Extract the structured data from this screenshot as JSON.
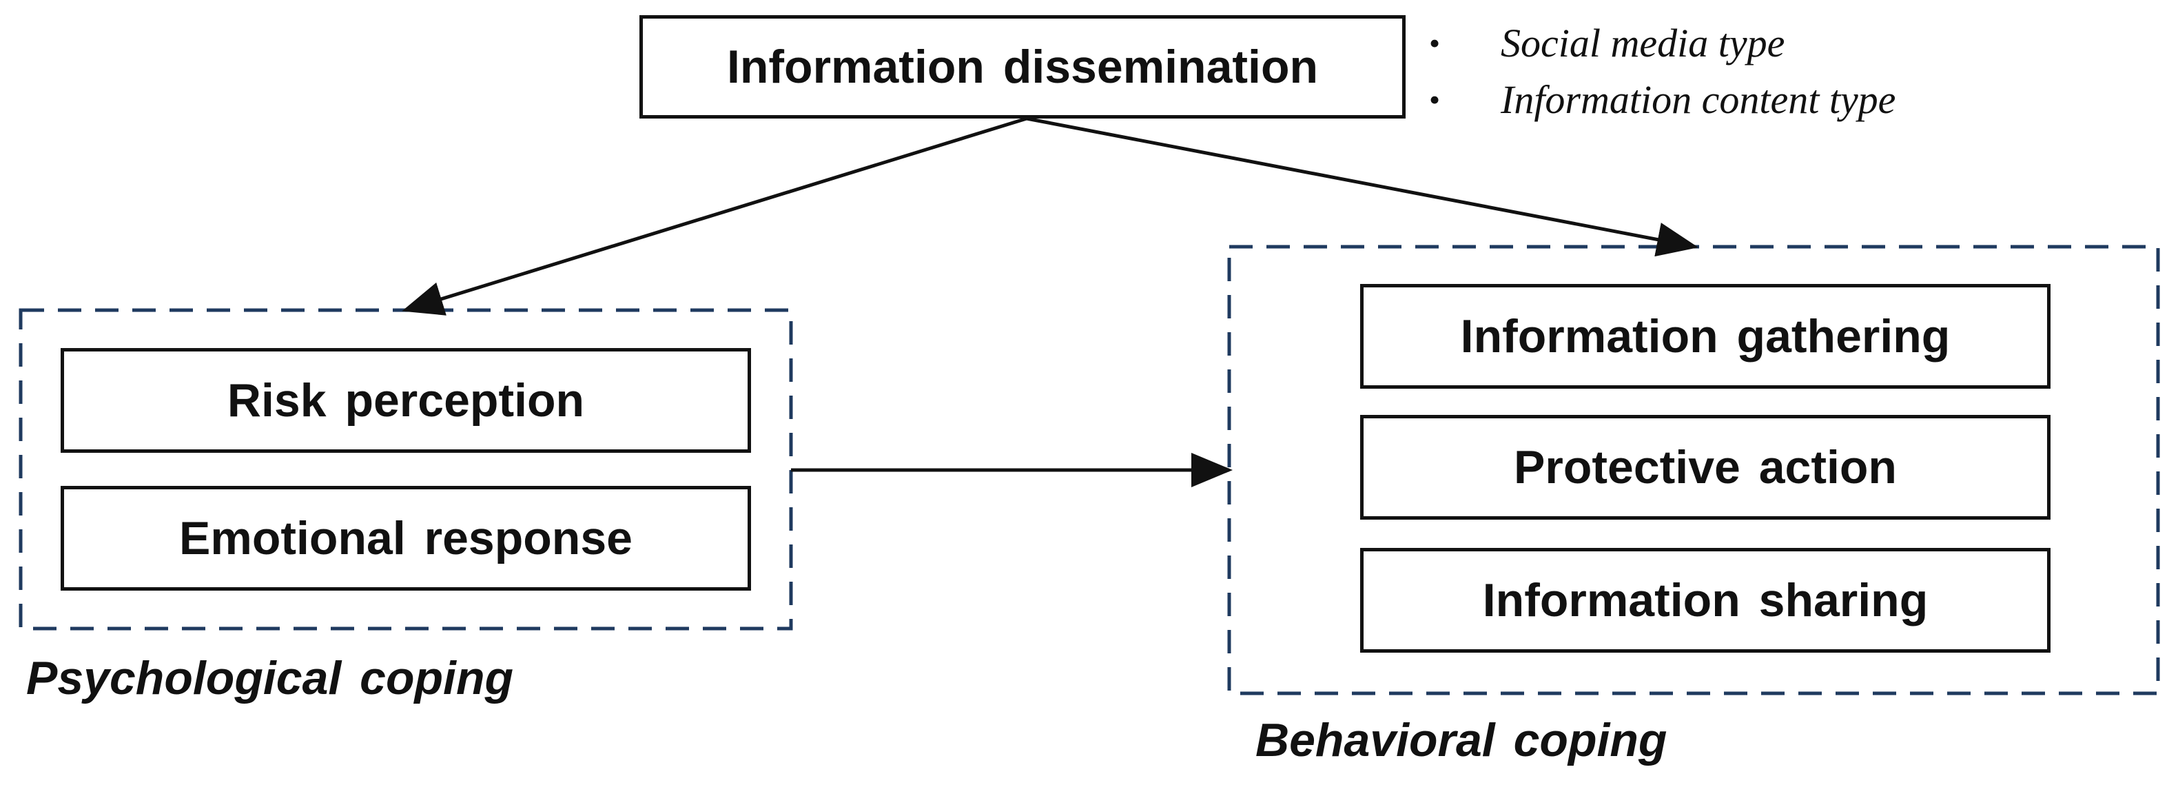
{
  "top": {
    "title": "Information dissemination",
    "bullets": [
      "Social media type",
      "Information content type"
    ]
  },
  "psychological": {
    "group_label": "Psychological coping",
    "items": [
      "Risk perception",
      "Emotional response"
    ]
  },
  "behavioral": {
    "group_label": "Behavioral coping",
    "items": [
      "Information gathering",
      "Protective action",
      "Information sharing"
    ]
  },
  "colors": {
    "dashed_border": "#1f3a5f",
    "box_border": "#111111",
    "arrow": "#111111"
  }
}
